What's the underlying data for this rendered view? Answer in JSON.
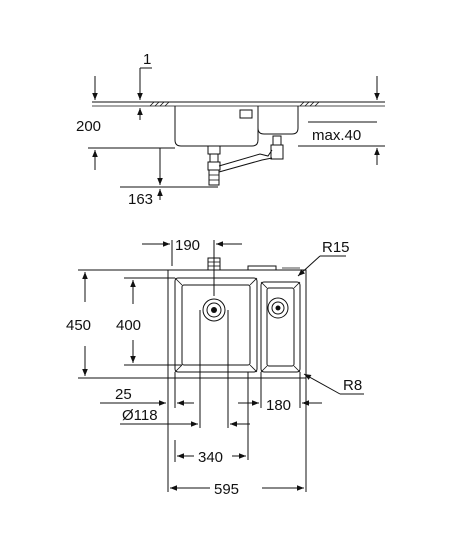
{
  "side_view": {
    "dim_thickness": "1",
    "dim_height": "200",
    "dim_overflow": "max.40",
    "dim_outlet_height": "163"
  },
  "top_view": {
    "dim_offset_small": "190",
    "dim_corner_radius_outer": "R15",
    "dim_total_depth": "450",
    "dim_bowl_depth": "400",
    "dim_margin": "25",
    "dim_drain_diameter": "Ø118",
    "dim_small_bowl_width": "180",
    "dim_corner_radius_inner": "R8",
    "dim_main_bowl_width": "340",
    "dim_total_width": "595"
  },
  "colors": {
    "line": "#111111",
    "background": "#ffffff"
  }
}
